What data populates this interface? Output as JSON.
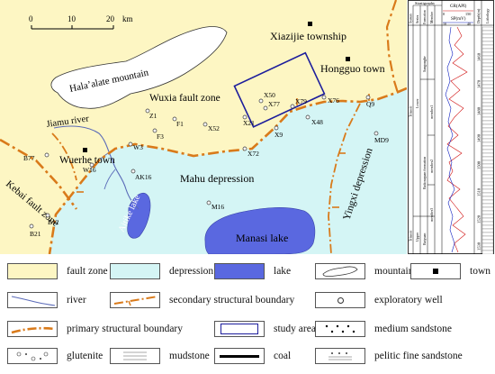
{
  "scale_bar": {
    "ticks": [
      "0",
      "10",
      "20"
    ],
    "unit": "km"
  },
  "map_labels": {
    "xiazijie": "Xiazijie township",
    "hongguo": "Hongguo town",
    "halaalate": "Hala’alate mountain",
    "wuxia": "Wuxia fault zone",
    "jiamu": "Jiamu river",
    "wuerhe": "Wuerhe town",
    "kebai": "Kebai fault zone",
    "mahu": "Mahu depression",
    "aitike": "Aitike lake",
    "manasi": "Manasi lake",
    "yingxi": "Yingxi depression"
  },
  "wells": [
    "X50",
    "X77",
    "X79",
    "X76",
    "Q9",
    "X21",
    "X9",
    "X48",
    "Z1",
    "F1",
    "F3",
    "X52",
    "W3",
    "W16",
    "B77",
    "AK16",
    "X72",
    "MD9",
    "M16",
    "B12",
    "B21"
  ],
  "column": {
    "header_strat": "Stratigraphy",
    "header_sys": "System",
    "header_series": "Series",
    "header_formation": "Formation",
    "header_member": "Member",
    "gr_label": "GR(API)",
    "gr_min": "0",
    "gr_max": "150",
    "sp_label": "SP(mV)",
    "sp_min": "10",
    "sp_max": "40",
    "depth_label": "Depth(m)",
    "lith_label": "Lithology",
    "series_lower": "Lower",
    "series_upper": "Upper",
    "system_triassic": "Triassic",
    "system_triassic2": "Triassic",
    "formation_sangonghe": "Sangonghe",
    "formation_baikouquan": "Baikouquan formation",
    "formation_baiyuan": "Baiyuan",
    "member1": "member1",
    "member2": "member2",
    "member3": "member3",
    "depths": [
      "1460",
      "1470",
      "1480",
      "1490",
      "1500",
      "1510",
      "1520",
      "1530"
    ]
  },
  "legend": [
    {
      "label": "fault zone"
    },
    {
      "label": "depression"
    },
    {
      "label": "lake"
    },
    {
      "label": "mountain"
    },
    {
      "label": "town"
    },
    {
      "label": "river"
    },
    {
      "label": "secondary  structural  boundary"
    },
    {
      "label": "exploratory well"
    },
    {
      "label": "primary  structural  boundary"
    },
    {
      "label": "study area"
    },
    {
      "label": "medium sandstone"
    },
    {
      "label": "glutenite"
    },
    {
      "label": "mudstone"
    },
    {
      "label": "coal"
    },
    {
      "label": "pelitic fine sandstone"
    }
  ],
  "colors": {
    "fault_zone": "#fdf6c3",
    "depression": "#d4f5f5",
    "lake": "#5a68e0",
    "boundary": "#d97a1a",
    "study_area": "#1d1e9c",
    "river": "#5a6ab8"
  }
}
